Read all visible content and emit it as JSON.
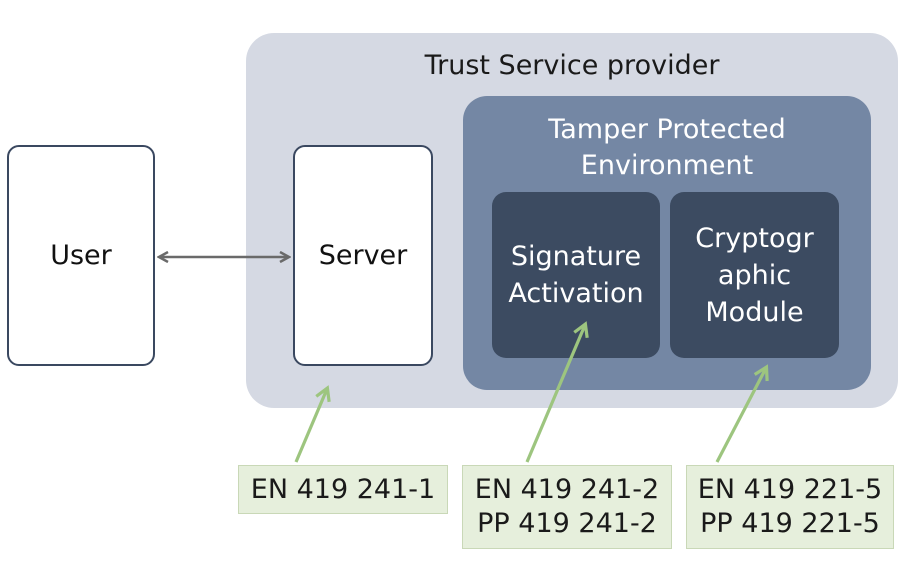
{
  "provider": {
    "title": "Trust Service provider"
  },
  "tamper": {
    "title_line1": "Tamper Protected",
    "title_line2": "Environment"
  },
  "user": {
    "label": "User"
  },
  "server": {
    "label": "Server"
  },
  "signature_activation": {
    "line1": "Signature",
    "line2": "Activation"
  },
  "crypto_module": {
    "line1": "Cryptogr",
    "line2": "aphic",
    "line3": "Module"
  },
  "standards": {
    "server": {
      "line1": "EN 419 241-1"
    },
    "signature": {
      "line1": "EN 419 241-2",
      "line2": "PP 419 241-2"
    },
    "crypto": {
      "line1": "EN 419 221-5",
      "line2": "PP 419 221-5"
    }
  },
  "colors": {
    "provider_bg": "#d5d9e3",
    "tamper_bg": "#7487a4",
    "module_bg": "#3c4b61",
    "standard_bg": "#e6efdc",
    "green_arrow": "#9dc57f",
    "gray_arrow": "#6a6a6a"
  }
}
